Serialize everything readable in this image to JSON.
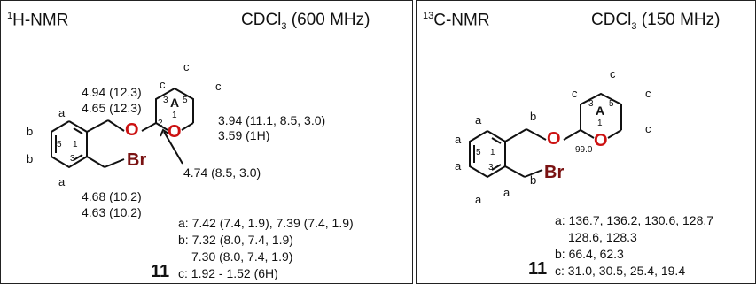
{
  "h_panel": {
    "sup": "1",
    "nucleus": "H-NMR",
    "solvent": "CDCl",
    "solvent_sub": "3",
    "freq": "(600 MHz)",
    "compound": "11",
    "labels": {
      "ring_a": "A",
      "ring_1": "1",
      "ring_2": "2",
      "ring_3": "3",
      "ring_5": "5",
      "benz_1": "1",
      "benz_3": "3",
      "benz_5": "5",
      "a_top": "a",
      "a_bottom": "a",
      "b_top": "b",
      "b_bottom": "b",
      "c_left": "c",
      "c_top": "c",
      "c_right": "c",
      "o_ether": "O",
      "o_ring": "O",
      "br": "Br"
    },
    "shifts": {
      "ch2o_1": "4.94 (12.3)",
      "ch2o_2": "4.65 (12.3)",
      "h6_1": "3.94 (11.1, 8.5, 3.0)",
      "h6_2": "3.59 (1H)",
      "anomeric": "4.74 (8.5, 3.0)",
      "ch2br_1": "4.68 (10.2)",
      "ch2br_2": "4.63 (10.2)"
    },
    "assignments": [
      "a: 7.42 (7.4, 1.9), 7.39 (7.4, 1.9)",
      "b: 7.32 (8.0, 7.4, 1.9)",
      "7.30 (8.0, 7.4, 1.9)",
      "c: 1.92 - 1.52 (6H)"
    ]
  },
  "c_panel": {
    "sup": "13",
    "nucleus": "C-NMR",
    "solvent": "CDCl",
    "solvent_sub": "3",
    "freq": "(150 MHz)",
    "compound": "11",
    "labels": {
      "ring_a": "A",
      "ring_1": "1",
      "ring_3": "3",
      "ring_5": "5",
      "benz_1": "1",
      "benz_3": "3",
      "benz_5": "5",
      "a_top": "a",
      "a_left": "a",
      "a_mid": "a",
      "a_bottom": "a",
      "b_top": "b",
      "b_bottom": "b",
      "c_left": "c",
      "c_top": "c",
      "c_right": "c",
      "c_bottom": "c",
      "anomeric": "99.0",
      "o_ether": "O",
      "o_ring": "O",
      "br": "Br"
    },
    "assignments": [
      "a: 136.7, 136.2, 130.6, 128.7",
      "128.6, 128.3",
      "b: 66.4, 62.3",
      "c: 31.0, 30.5, 25.4, 19.4"
    ]
  }
}
